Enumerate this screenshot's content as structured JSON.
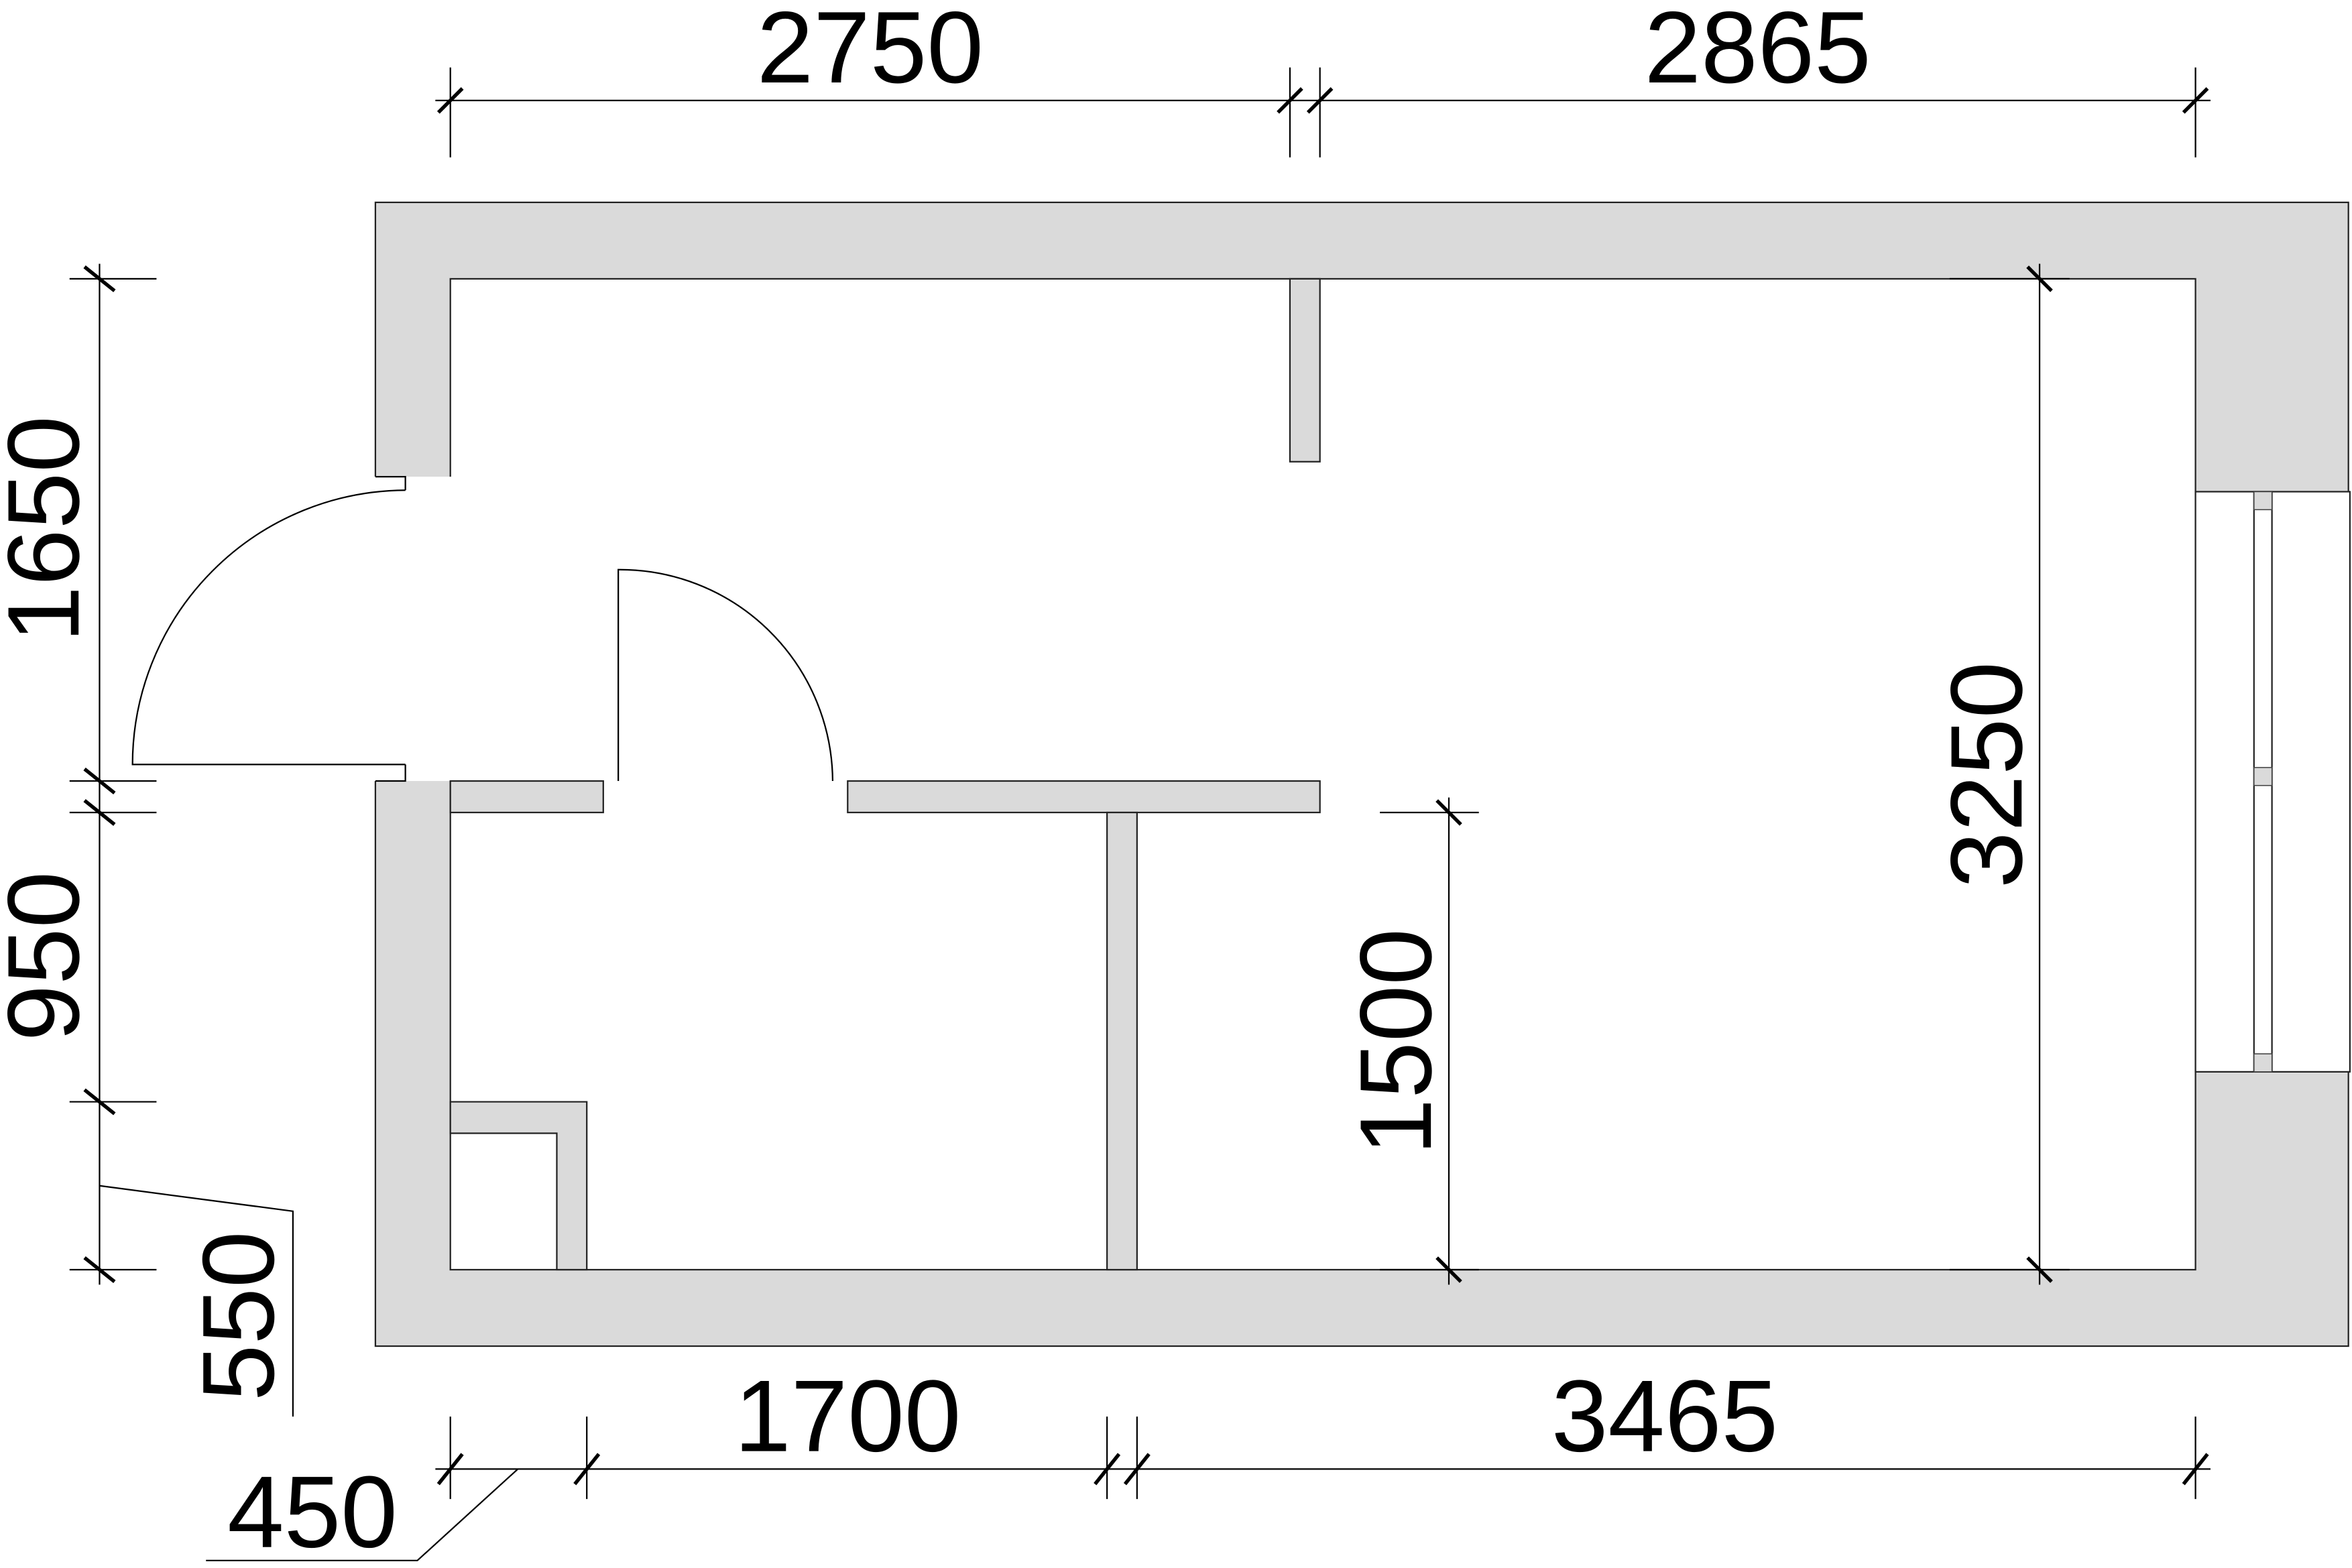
{
  "plan": {
    "units": "mm",
    "wall_color": "#dadada",
    "dimensions": {
      "top_left": "2750",
      "top_right": "2865",
      "left_upper": "1650",
      "left_middle": "950",
      "left_lower": "550",
      "bottom_small": "450",
      "bottom_middle": "1700",
      "bottom_right": "3465",
      "room_height": "3250",
      "partition_height": "1500"
    }
  }
}
